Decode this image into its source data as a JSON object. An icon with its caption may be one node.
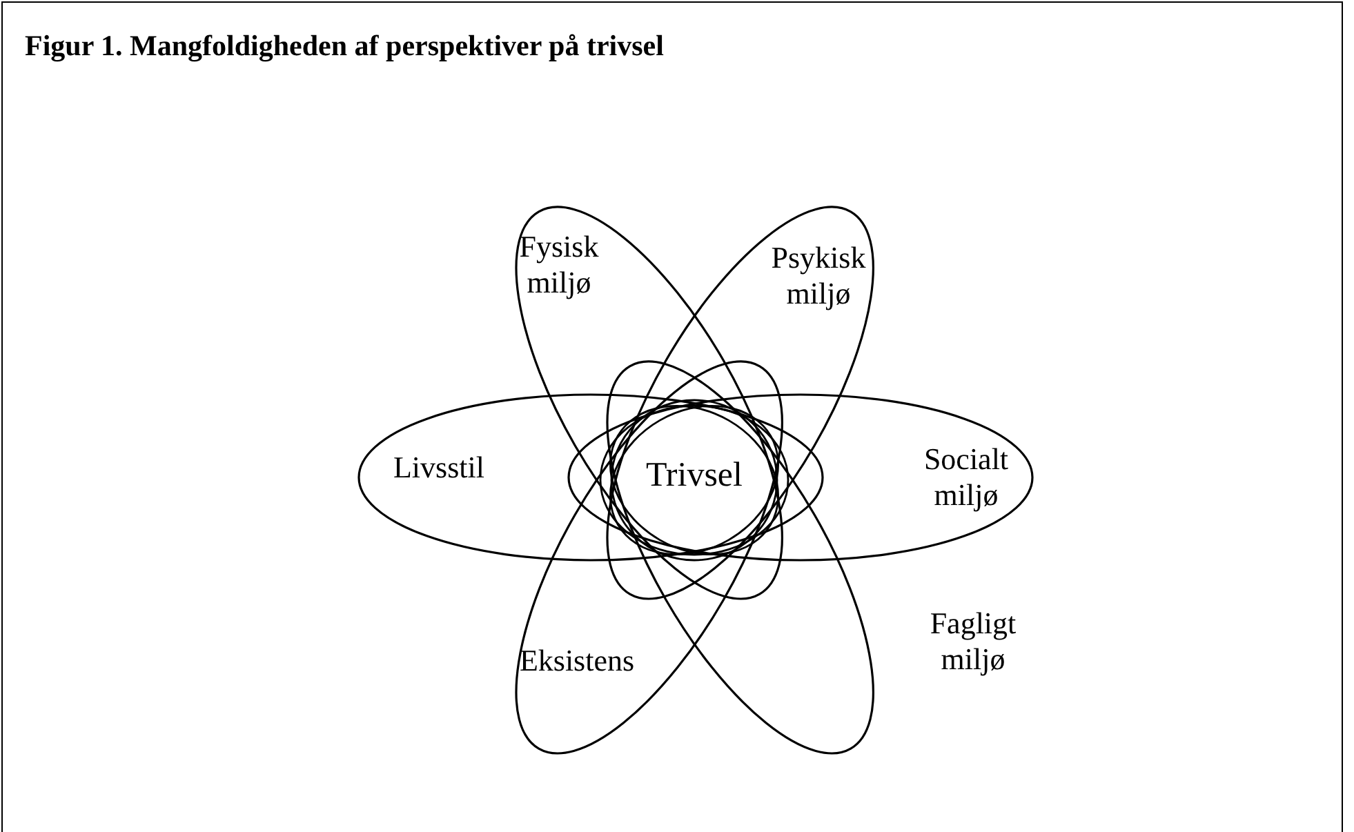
{
  "diagram": {
    "title": "Figur 1. Mangfoldigheden af perspektiver på trivsel",
    "nodes": [
      {
        "text": [
          "Fysisk miljø"
        ]
      },
      {
        "text": [
          "Psykisk miljø"
        ]
      },
      {
        "text": [
          "Livsstil"
        ]
      },
      {
        "text": [
          "Socialt miljø"
        ]
      },
      {
        "text": [
          "Eksistens"
        ]
      },
      {
        "text": [
          "Fagligt miljø"
        ]
      }
    ],
    "labels": [
      "Trivsel"
    ]
  }
}
